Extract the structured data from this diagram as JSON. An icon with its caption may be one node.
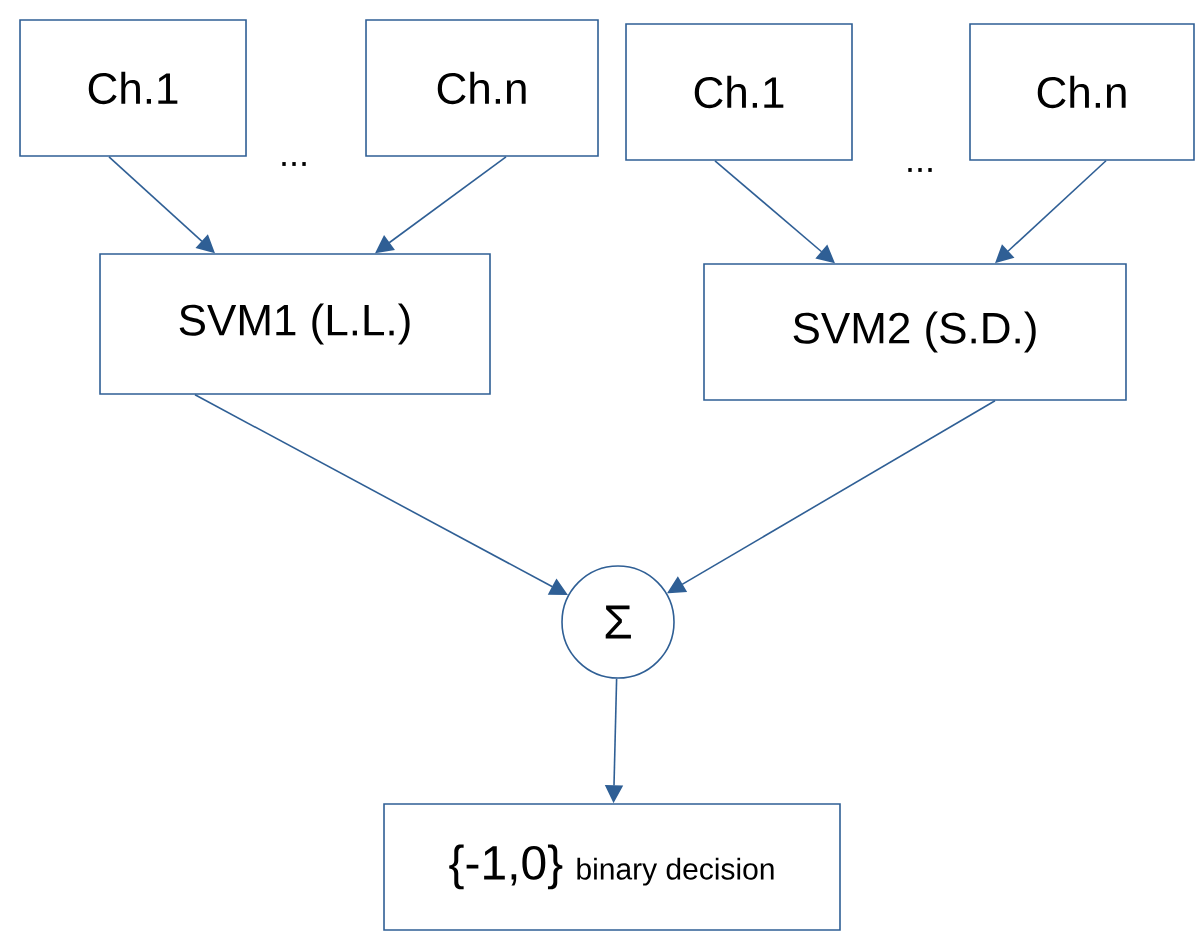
{
  "diagram": {
    "nodes": [
      {
        "text": [
          "Ch.1"
        ]
      },
      {
        "text": [
          "Ch.n"
        ]
      },
      {
        "text": [
          "Ch.1"
        ]
      },
      {
        "text": [
          "Ch.n"
        ]
      },
      {
        "text": [
          "SVM1 (L.L.)"
        ]
      },
      {
        "text": [
          "SVM2 (S.D.)"
        ]
      },
      {
        "text": [
          "Σ"
        ]
      },
      {
        "text": [
          "{-1,0}",
          "binary decision"
        ]
      }
    ],
    "edges": [
      {
        "from": 0,
        "to": 4,
        "arrow": "to"
      },
      {
        "from": 1,
        "to": 4,
        "arrow": "to"
      },
      {
        "from": 2,
        "to": 5,
        "arrow": "to"
      },
      {
        "from": 3,
        "to": 5,
        "arrow": "to"
      },
      {
        "from": 4,
        "to": 6,
        "arrow": "to"
      },
      {
        "from": 5,
        "to": 6,
        "arrow": "to"
      },
      {
        "from": 6,
        "to": 7,
        "arrow": "to"
      }
    ],
    "labels": [
      "...",
      "..."
    ]
  }
}
